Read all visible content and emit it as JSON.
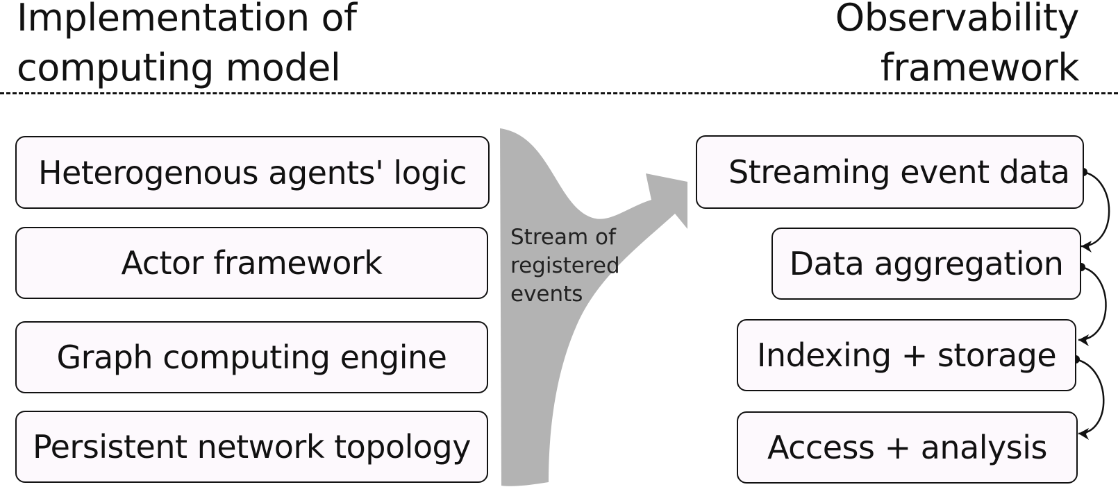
{
  "left_heading": {
    "line1": "Implementation of",
    "line2": "computing model"
  },
  "right_heading": {
    "line1": "Observability",
    "line2": "framework"
  },
  "left_boxes": [
    "Heterogenous agents' logic",
    "Actor framework",
    "Graph computing engine",
    "Persistent network topology"
  ],
  "stream_label": {
    "line1": "Stream of",
    "line2": "registered",
    "line3": "events"
  },
  "right_boxes": [
    "Streaming event data",
    "Data aggregation",
    "Indexing + storage",
    "Access + analysis"
  ],
  "colors": {
    "box_fill": "#fdf9fd",
    "stream_fill": "#b3b3b3",
    "stroke": "#111111"
  }
}
